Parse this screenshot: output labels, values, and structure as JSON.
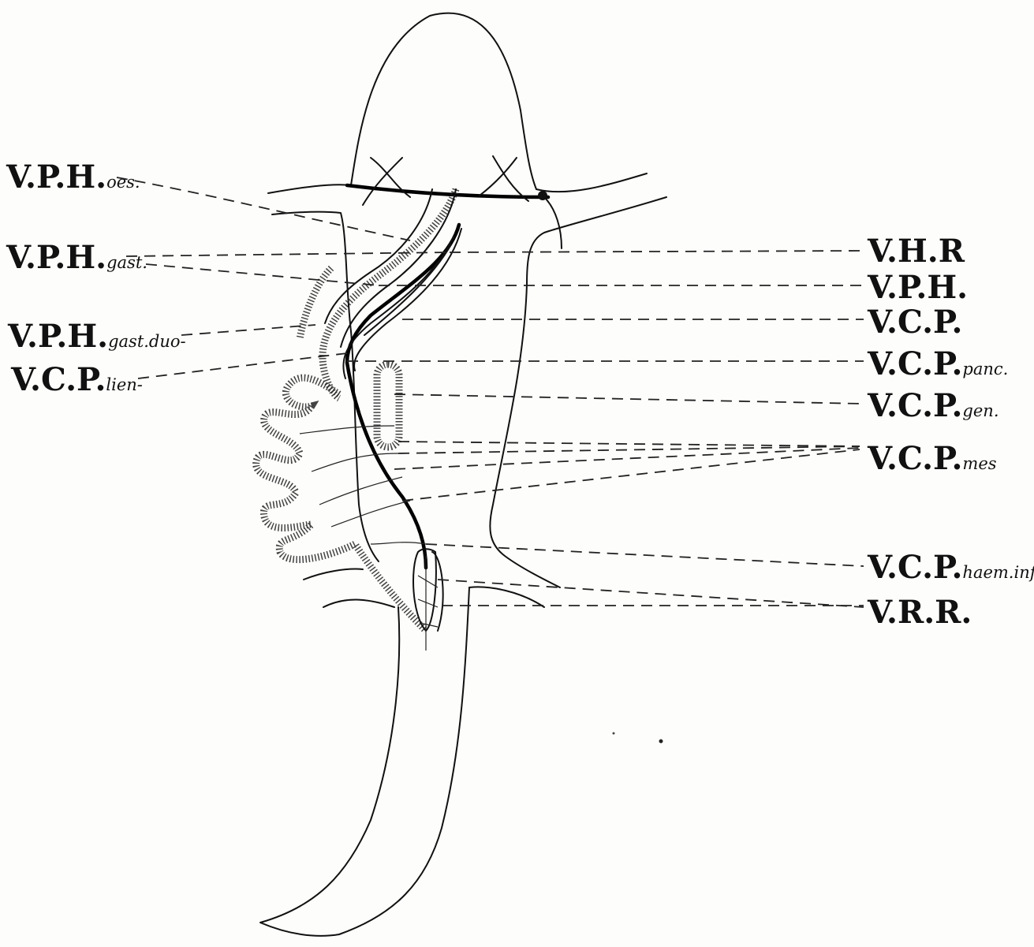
{
  "labels_left": [
    {
      "main": "V.P.H.",
      "sub": "oes."
    },
    {
      "main": "V.P.H.",
      "sub": "gast."
    },
    {
      "main": "V.P.H.",
      "sub": "gast.duo-"
    },
    {
      "main": "V.C.P.",
      "sub": "lien-"
    }
  ],
  "labels_right": [
    {
      "main": "V.H.R",
      "sub": ""
    },
    {
      "main": "V.P.H.",
      "sub": ""
    },
    {
      "main": "V.C.P.",
      "sub": ""
    },
    {
      "main": "V.C.P.",
      "sub": "panc."
    },
    {
      "main": "V.C.P.",
      "sub": "gen."
    },
    {
      "main": "V.C.P.",
      "sub": "mes"
    },
    {
      "main": "V.C.P.",
      "sub": "haem.inf."
    },
    {
      "main": "V.R.R.",
      "sub": ""
    }
  ]
}
